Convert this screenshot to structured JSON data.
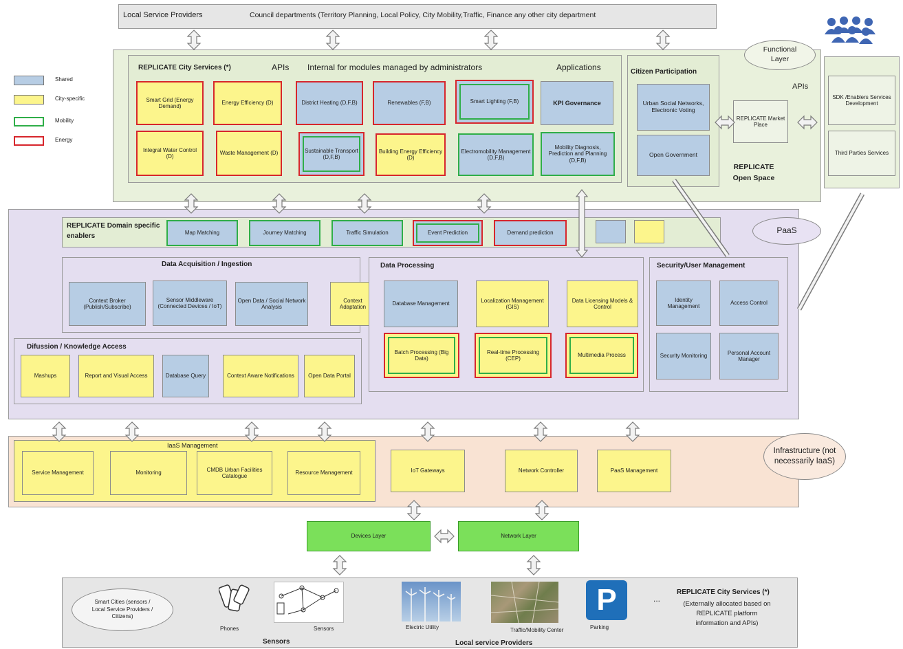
{
  "top_bar": {
    "left_label": "Local Service Providers",
    "right_label": "Council departments (Territory Planning, Local Policy, City Mobility,Traffic, Finance any other city department"
  },
  "legend": [
    {
      "label": "Shared",
      "style": "blue"
    },
    {
      "label": "City-specific",
      "style": "yellow"
    },
    {
      "label": "Mobility",
      "style": "green-border"
    },
    {
      "label": "Energy",
      "style": "red-border"
    }
  ],
  "city_services": {
    "title": "REPLICATE City Services (*)",
    "apis_label": "APIs",
    "internal_label": "Internal for modules managed by administrators",
    "applications_label": "Applications",
    "boxes": [
      {
        "label": "Smart Grid (Energy Demand)",
        "fill": "yellow",
        "border": "red"
      },
      {
        "label": "Energy Efficiency (D)",
        "fill": "yellow",
        "border": "red"
      },
      {
        "label": "District Heating (D,F,B)",
        "fill": "blue",
        "border": "red"
      },
      {
        "label": "Renewables (F,B)",
        "fill": "blue",
        "border": "red"
      },
      {
        "label": "Smart Lighting (F,B)",
        "fill": "blue",
        "border": "red",
        "inner": "green"
      },
      {
        "label": "KPI Governance",
        "fill": "blue",
        "border": "none"
      },
      {
        "label": "Integral Water Control (D)",
        "fill": "yellow",
        "border": "red"
      },
      {
        "label": "Waste Management (D)",
        "fill": "yellow",
        "border": "red"
      },
      {
        "label": "Sustainable Transport (D,F,B)",
        "fill": "blue",
        "border": "red",
        "inner": "green"
      },
      {
        "label": "Building Energy Efficiency (D)",
        "fill": "yellow",
        "border": "red"
      },
      {
        "label": "Electromobility Management (D,F,B)",
        "fill": "blue",
        "border": "green"
      },
      {
        "label": "Mobility Diagnosis, Prediction and Planning (D,F,B)",
        "fill": "blue",
        "border": "green"
      }
    ]
  },
  "citizen_participation": {
    "title": "Citizen Participation",
    "items": [
      "Urban Social Networks, Electronic Voting",
      "Open Government"
    ]
  },
  "functional_layer": "Functional Layer",
  "apis_right": "APIs",
  "market_place": "REPLICATE Market Place",
  "open_space": "REPLICATE Open Space",
  "right_panel": [
    "SDK /Enablers Services Development",
    "Third Parties Services"
  ],
  "domain_enablers": {
    "title": "REPLICATE Domain specific enablers",
    "items": [
      {
        "label": "Map Matching",
        "border": "green"
      },
      {
        "label": "Journey Matching",
        "border": "green"
      },
      {
        "label": "Traffic Simulation",
        "border": "green"
      },
      {
        "label": "Event Prediction",
        "border": "red",
        "inner": "green"
      },
      {
        "label": "Demand prediction",
        "border": "red"
      }
    ]
  },
  "paas": "PaaS",
  "data_acquisition": {
    "title": "Data Acquisition / Ingestion",
    "items": [
      "Context Broker (Publish/Subscribe)",
      "Sensor Middleware (Connected Devices / IoT)",
      "Open Data / Social Network Analysis"
    ],
    "context_adaptation": "Context Adaptation"
  },
  "data_processing": {
    "title": "Data Processing",
    "top": [
      {
        "label": "Database Management",
        "fill": "blue"
      },
      {
        "label": "Localization Management (GIS)",
        "fill": "yellow"
      },
      {
        "label": "Data Licensing Models & Control",
        "fill": "yellow"
      }
    ],
    "bottom": [
      "Batch Processing (Big Data)",
      "Real-time Processing (CEP)",
      "Multimedia Process"
    ]
  },
  "security": {
    "title": "Security/User Management",
    "items": [
      "Identity Management",
      "Access Control",
      "Security Monitoring",
      "Personal Account Manager"
    ]
  },
  "diffusion": {
    "title": "Difussion / Knowledge Access",
    "items": [
      "Mashups",
      "Report and Visual Access",
      "Database Query",
      "Context Aware Notifications",
      "Open Data Portal"
    ]
  },
  "iaas": {
    "title": "IaaS Management",
    "items": [
      "Service Management",
      "Monitoring",
      "CMDB Urban Facilities Catalogue",
      "Resource Management"
    ],
    "others": [
      "IoT Gateways",
      "Network Controller",
      "PaaS Management"
    ],
    "infrastructure_label": "Infrastructure (not necessarily IaaS)"
  },
  "layers": {
    "devices": "Devices Layer",
    "network": "Network Layer"
  },
  "bottom": {
    "oval": "Smart Cities (sensors / Local Service Providers / Citizens)",
    "phones": "Phones",
    "sensors_small": "Sensors",
    "sensors_title": "Sensors",
    "electric": "Electric Utility",
    "traffic": "Traffic/Mobility Center",
    "parking": "Parking",
    "parking_glyph": "P",
    "ellipsis": "...",
    "local_providers": "Local service Providers",
    "city_services_title": "REPLICATE City Services (*)",
    "city_services_note": "(Externally allocated based on REPLICATE platform information and APIs)"
  },
  "colors": {
    "blue": "#b7cde4",
    "yellow": "#fcf58c",
    "red": "#d7262c",
    "green": "#2fae48",
    "lightgreen": "#7be05a",
    "panel_green": "#e9f1dc",
    "panel_purple": "#e4def0",
    "panel_orange": "#f9e3d3"
  }
}
